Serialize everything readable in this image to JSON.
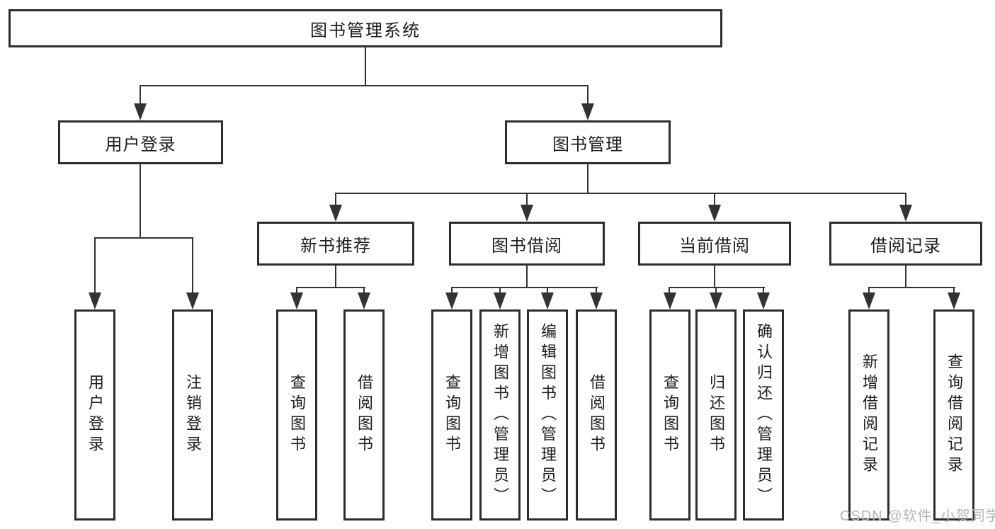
{
  "colors": {
    "line": "#333333",
    "box_border": "#2d2d2d",
    "text": "#1d1d1d",
    "watermark": "#b5b5b5",
    "background": "#ffffff"
  },
  "diagram": {
    "root": "图书管理系统",
    "nodes": {
      "user_login": "用户登录",
      "book_mgmt": "图书管理",
      "new_book_rec": "新书推荐",
      "book_borrow": "图书借阅",
      "current_borrow": "当前借阅",
      "borrow_records": "借阅记录"
    },
    "leaves": {
      "user_login": [
        "用户登录",
        "注销登录"
      ],
      "new_book_rec": [
        "查询图书",
        "借阅图书"
      ],
      "book_borrow": [
        "查询图书",
        "新增图书（管理员）",
        "编辑图书（管理员）",
        "借阅图书"
      ],
      "current_borrow": [
        "查询图书",
        "归还图书",
        "确认归还（管理员）"
      ],
      "borrow_records": [
        "新增借阅记录",
        "查询借阅记录"
      ]
    }
  },
  "watermark": "CSDN @软件_小贺同学"
}
